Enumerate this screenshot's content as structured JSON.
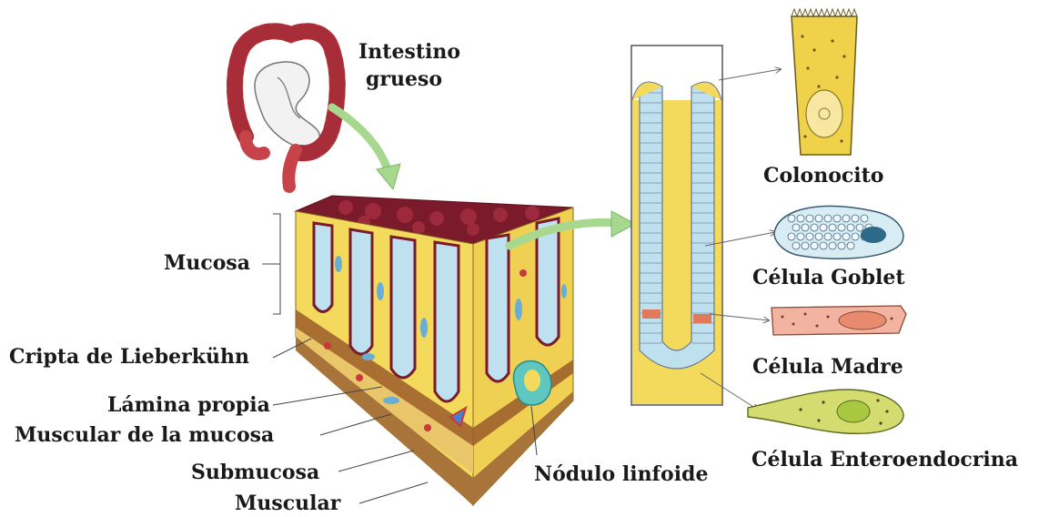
{
  "labels": {
    "large_intestine_line1": "Intestino",
    "large_intestine_line2": "grueso",
    "mucosa": "Mucosa",
    "crypt": "Cripta de Lieberkühn",
    "lamina_propria": "Lámina propia",
    "muscularis_mucosae": "Muscular de la mucosa",
    "submucosa": "Submucosa",
    "muscularis": "Muscular",
    "lymphoid_nodule": "Nódulo linfoide",
    "colonocyte": "Colonocito",
    "goblet_cell": "Célula Goblet",
    "stem_cell": "Célula Madre",
    "enteroendocrine_cell": "Célula Enteroendocrina"
  },
  "colors": {
    "tissue_yellow": "#f3d95c",
    "mucosa_dark_red": "#7a1a2a",
    "crypt_blue": "#bfe0ee",
    "stem_red": "#e07a5a",
    "arrow_green": "#a8d890",
    "muscle_brown": "#a8743a",
    "intestine_red": "#c8424a"
  }
}
